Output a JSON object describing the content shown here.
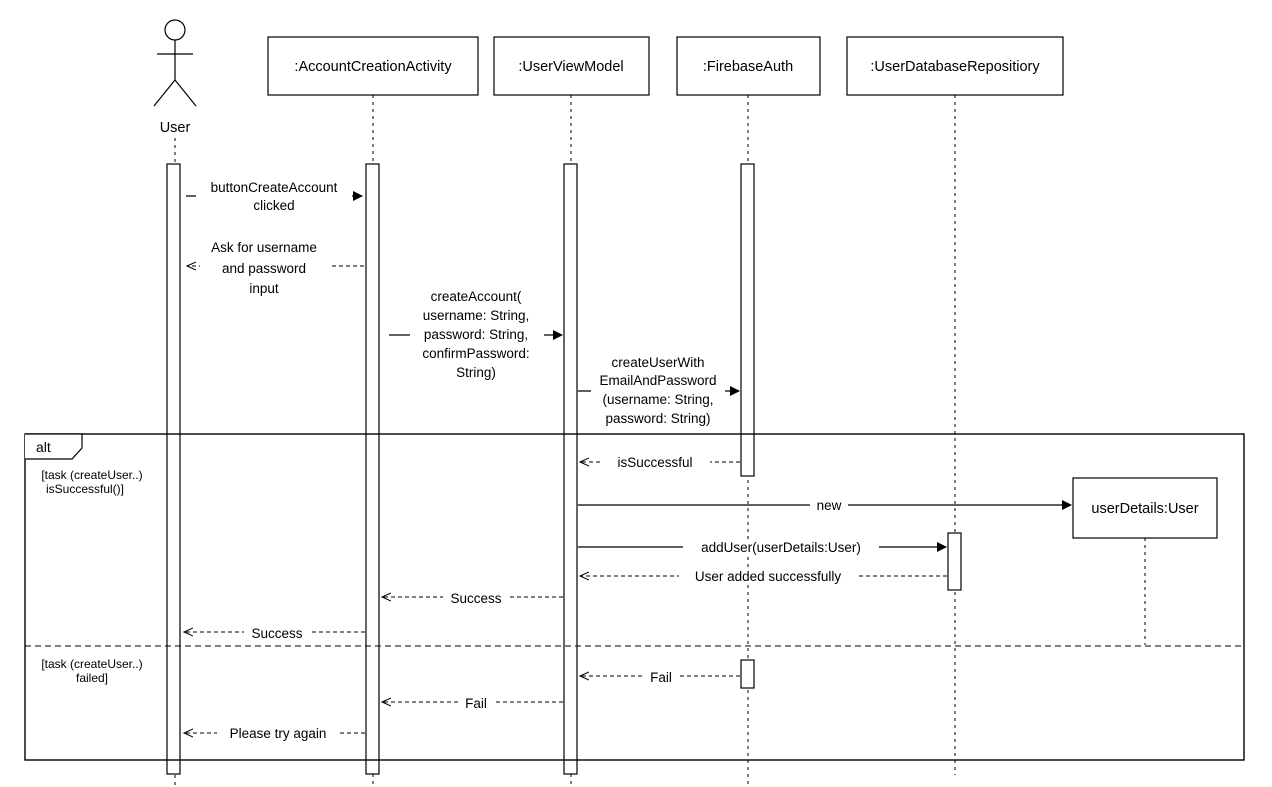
{
  "actor": {
    "label": "User"
  },
  "participants": [
    {
      "id": "aca",
      "label": ":AccountCreationActivity"
    },
    {
      "id": "uvm",
      "label": ":UserViewModel"
    },
    {
      "id": "fb",
      "label": ":FirebaseAuth"
    },
    {
      "id": "udr",
      "label": ":UserDatabaseRepositiory"
    }
  ],
  "created_object": {
    "label": "userDetails:User"
  },
  "fragment": {
    "operator": "alt",
    "guard_1": [
      "[task (createUser..)",
      "isSuccessful()]"
    ],
    "guard_2": [
      "[task (createUser..)",
      "failed]"
    ]
  },
  "messages": {
    "m1": [
      "buttonCreateAccount",
      "clicked"
    ],
    "m2": [
      "Ask for username",
      "and password",
      "input"
    ],
    "m3": [
      "createAccount(",
      "username: String,",
      "password: String,",
      "confirmPassword:",
      "String)"
    ],
    "m4": [
      "createUserWith",
      "EmailAndPassword",
      "(username: String,",
      "password: String)"
    ],
    "m5": "isSuccessful",
    "m6": "new",
    "m7": "addUser(userDetails:User)",
    "m8": "User added successfully",
    "m9": "Success",
    "m10": "Success",
    "m11": "Fail",
    "m12": "Fail",
    "m13": "Please try again"
  }
}
